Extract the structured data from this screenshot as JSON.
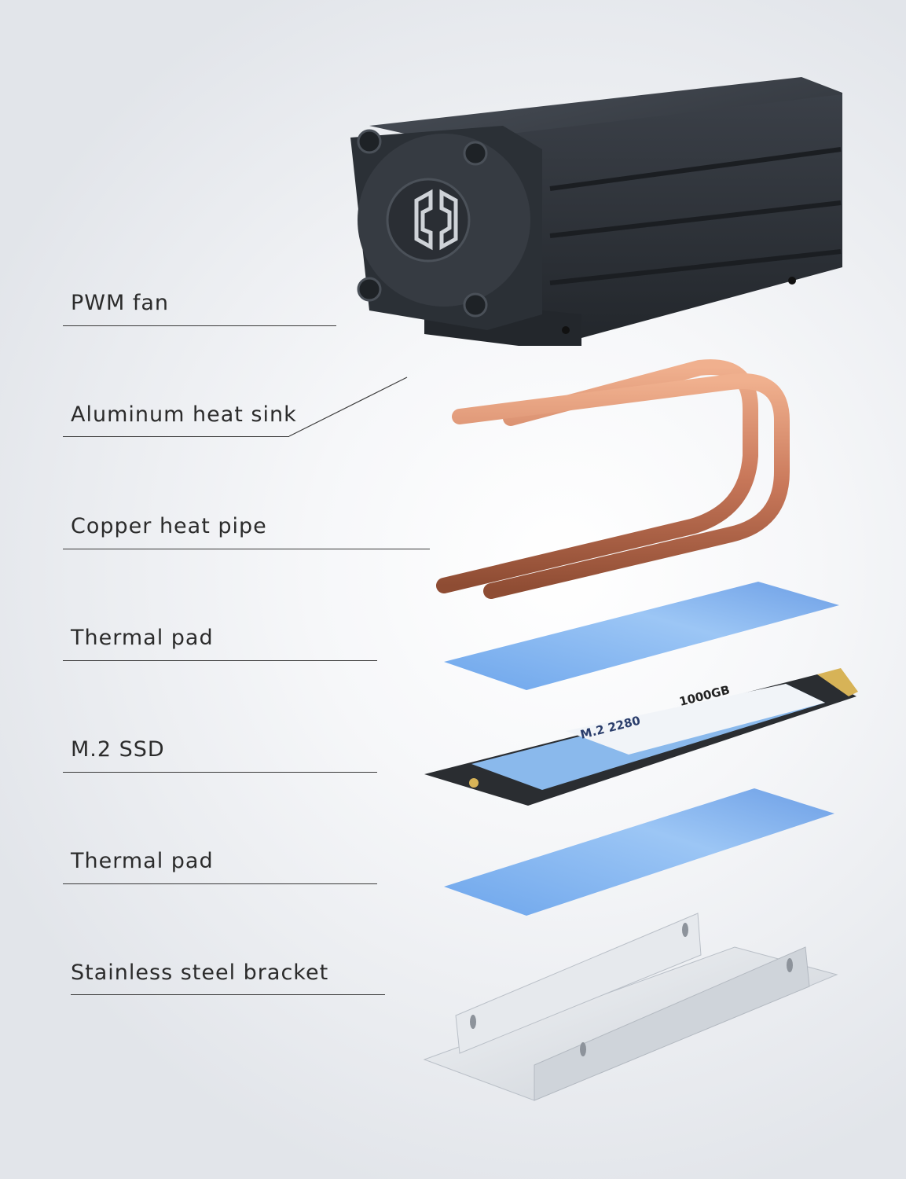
{
  "labels": {
    "pwm_fan": "PWM fan",
    "heat_sink": "Aluminum heat sink",
    "heat_pipe": "Copper heat pipe",
    "thermal_pad_top": "Thermal pad",
    "ssd": "M.2 SSD",
    "thermal_pad_bottom": "Thermal pad",
    "bracket": "Stainless steel bracket"
  },
  "ssd_label": {
    "model": "M.2 2280",
    "capacity": "1000GB"
  },
  "colors": {
    "heatsink": "#2f343b",
    "copper": "#c97a57",
    "thermal_pad": "#7fb2ee",
    "ssd_sticker": "#8ab9ec",
    "bracket": "#d9dde3"
  }
}
